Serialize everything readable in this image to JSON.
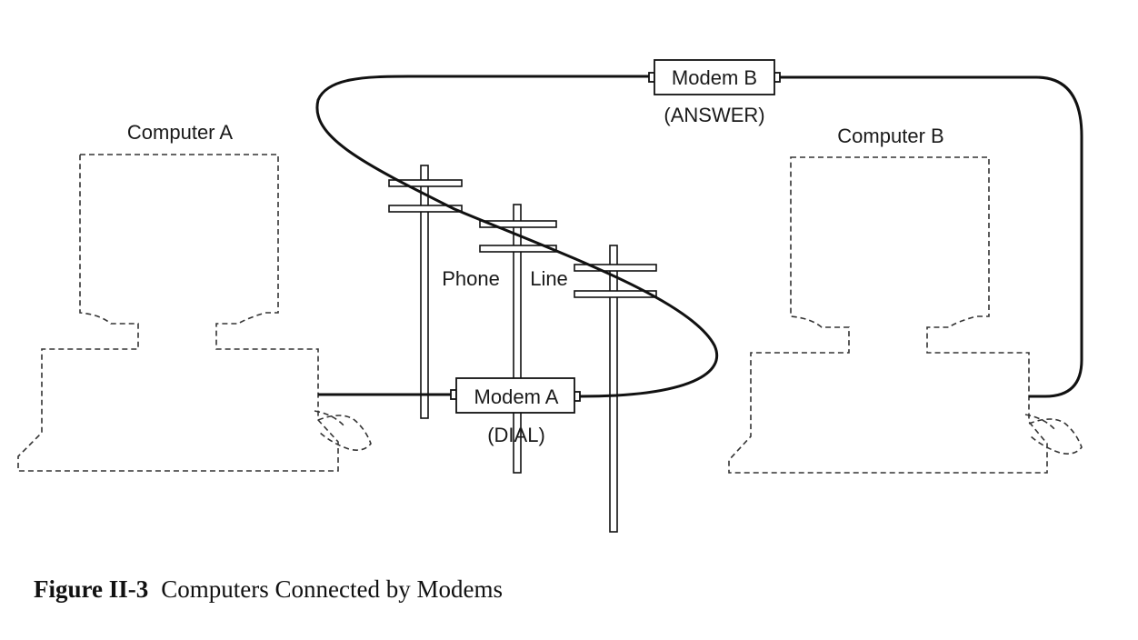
{
  "diagram": {
    "computer_a_label": "Computer A",
    "computer_b_label": "Computer B",
    "modem_a_label": "Modem A",
    "modem_a_mode": "(DIAL)",
    "modem_b_label": "Modem B",
    "modem_b_mode": "(ANSWER)",
    "phone_line_word1": "Phone",
    "phone_line_word2": "Line"
  },
  "caption": {
    "number": "Figure II-3",
    "text": "Computers Connected by Modems"
  }
}
